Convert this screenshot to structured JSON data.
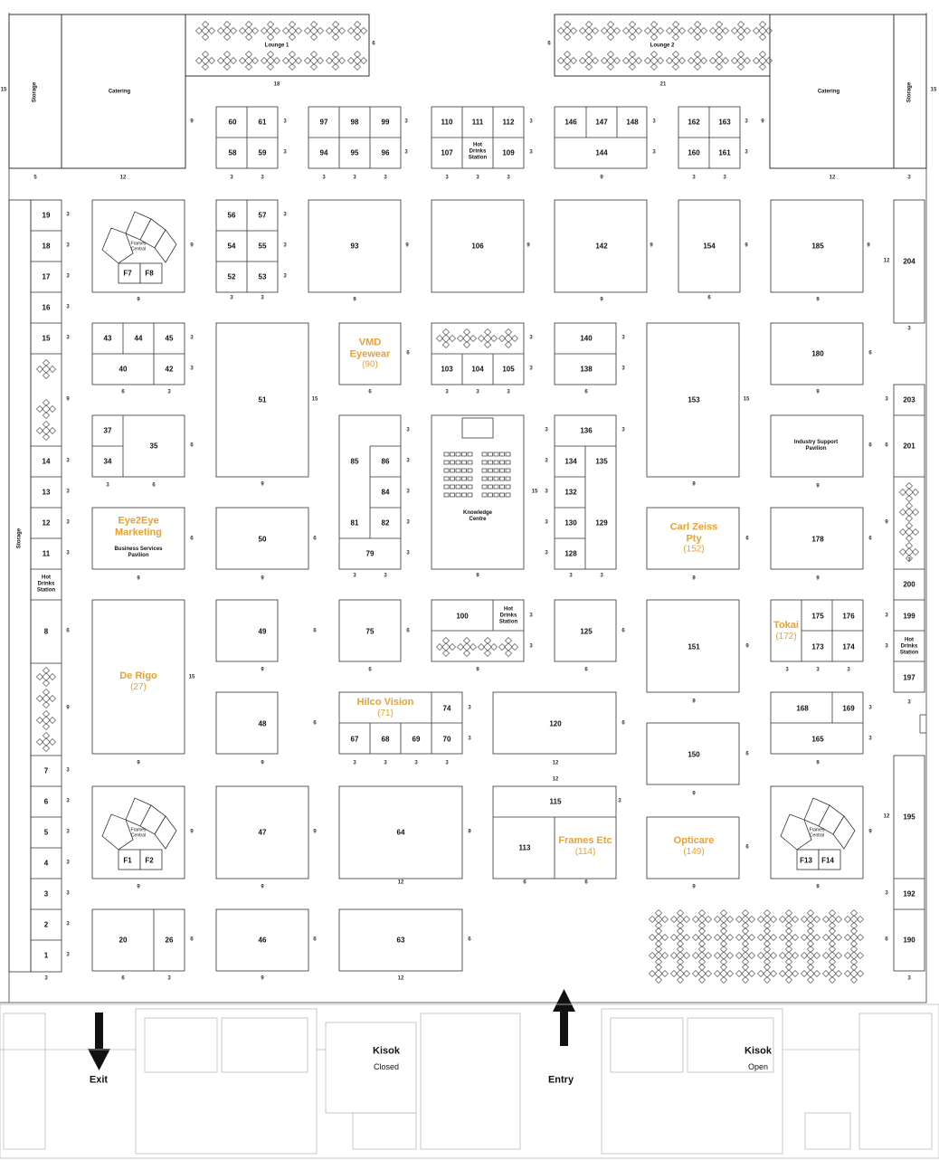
{
  "colors": {
    "accent": "#e8a234",
    "line": "#333333",
    "faint": "#bbbbbb"
  },
  "lounges": {
    "lounge1": "Lounge 1",
    "lounge2": "Lounge 2"
  },
  "service": {
    "catering": "Catering",
    "storage": "Storage",
    "hot_drinks": [
      "Hot",
      "Drinks",
      "Station"
    ]
  },
  "knowledge_centre": [
    "Knowledge",
    "Centre"
  ],
  "pavilions": {
    "frames_central": [
      "Frames",
      "Central"
    ],
    "business_services": [
      "Business Services",
      "Pavilion"
    ],
    "industry_support": [
      "Industry Support",
      "Pavilion"
    ]
  },
  "featured": {
    "vmd": {
      "name": [
        "VMD",
        "Eyewear"
      ],
      "stand": "(90)"
    },
    "eye2eye": {
      "name": [
        "Eye2Eye",
        "Marketing"
      ]
    },
    "carl_zeiss": {
      "name": [
        "Carl Zeiss",
        "Pty"
      ],
      "stand": "(152)"
    },
    "tokai": {
      "name": "Tokai",
      "stand": "(172)"
    },
    "de_rigo": {
      "name": "De Rigo",
      "stand": "(27)"
    },
    "hilco": {
      "name": "Hilco Vision",
      "stand": "(71)"
    },
    "frames_etc": {
      "name": "Frames Etc",
      "stand": "(114)"
    },
    "opticare": {
      "name": "Opticare",
      "stand": "(149)"
    }
  },
  "bottom": {
    "exit": "Exit",
    "entry": "Entry",
    "kiosk": "Kisok",
    "closed": "Closed",
    "open": "Open"
  },
  "stands": [
    [
      "60",
      257,
      135
    ],
    [
      "61",
      290,
      135
    ],
    [
      "58",
      257,
      169
    ],
    [
      "59",
      290,
      169
    ],
    [
      "97",
      358,
      135
    ],
    [
      "98",
      392,
      135
    ],
    [
      "99",
      426,
      135
    ],
    [
      "94",
      358,
      169
    ],
    [
      "95",
      392,
      169
    ],
    [
      "96",
      426,
      169
    ],
    [
      "110",
      494,
      135
    ],
    [
      "111",
      528,
      135
    ],
    [
      "112",
      562,
      135
    ],
    [
      "107",
      494,
      169
    ],
    [
      "109",
      562,
      169
    ],
    [
      "146",
      631,
      135
    ],
    [
      "147",
      665,
      135
    ],
    [
      "148",
      699,
      135
    ],
    [
      "144",
      665,
      169
    ],
    [
      "162",
      767,
      135
    ],
    [
      "163",
      801,
      135
    ],
    [
      "160",
      767,
      169
    ],
    [
      "161",
      801,
      169
    ],
    [
      "19",
      51,
      238
    ],
    [
      "18",
      51,
      272
    ],
    [
      "17",
      51,
      306
    ],
    [
      "16",
      51,
      340
    ],
    [
      "15",
      51,
      374
    ],
    [
      "14",
      51,
      510
    ],
    [
      "13",
      51,
      544
    ],
    [
      "12",
      51,
      578
    ],
    [
      "11",
      51,
      612
    ],
    [
      "8",
      51,
      698
    ],
    [
      "7",
      51,
      852
    ],
    [
      "6",
      51,
      886
    ],
    [
      "5",
      51,
      920
    ],
    [
      "4",
      51,
      954
    ],
    [
      "3",
      51,
      988
    ],
    [
      "2",
      51,
      1022
    ],
    [
      "1",
      51,
      1056
    ],
    [
      "56",
      256,
      238
    ],
    [
      "57",
      290,
      238
    ],
    [
      "54",
      256,
      272
    ],
    [
      "55",
      290,
      272
    ],
    [
      "52",
      256,
      306
    ],
    [
      "53",
      290,
      306
    ],
    [
      "93",
      392,
      272
    ],
    [
      "106",
      528,
      272
    ],
    [
      "142",
      665,
      272
    ],
    [
      "154",
      784,
      272
    ],
    [
      "185",
      904,
      272
    ],
    [
      "204",
      1005,
      289
    ],
    [
      "43",
      119,
      374
    ],
    [
      "44",
      153,
      374
    ],
    [
      "45",
      187,
      374
    ],
    [
      "40",
      136,
      408
    ],
    [
      "42",
      187,
      408
    ],
    [
      "103",
      494,
      408
    ],
    [
      "104",
      528,
      408
    ],
    [
      "105",
      562,
      408
    ],
    [
      "140",
      648,
      374
    ],
    [
      "138",
      648,
      408
    ],
    [
      "180",
      904,
      391
    ],
    [
      "51",
      290,
      442
    ],
    [
      "153",
      767,
      442
    ],
    [
      "203",
      1005,
      442
    ],
    [
      "37",
      119,
      476
    ],
    [
      "34",
      119,
      510
    ],
    [
      "35",
      170,
      493
    ],
    [
      "85",
      392,
      510
    ],
    [
      "86",
      426,
      510
    ],
    [
      "84",
      426,
      544
    ],
    [
      "81",
      392,
      578
    ],
    [
      "82",
      426,
      578
    ],
    [
      "79",
      409,
      612
    ],
    [
      "136",
      648,
      476
    ],
    [
      "134",
      631,
      510
    ],
    [
      "135",
      665,
      510
    ],
    [
      "132",
      631,
      544
    ],
    [
      "130",
      631,
      578
    ],
    [
      "129",
      665,
      578
    ],
    [
      "128",
      631,
      612
    ],
    [
      "201",
      1005,
      493
    ],
    [
      "50",
      290,
      596
    ],
    [
      "178",
      904,
      596
    ],
    [
      "200",
      1005,
      646
    ],
    [
      "49",
      290,
      698
    ],
    [
      "75",
      409,
      698
    ],
    [
      "100",
      511,
      681
    ],
    [
      "125",
      648,
      698
    ],
    [
      "151",
      767,
      715
    ],
    [
      "175",
      904,
      681
    ],
    [
      "176",
      938,
      681
    ],
    [
      "173",
      904,
      715
    ],
    [
      "174",
      938,
      715
    ],
    [
      "199",
      1005,
      681
    ],
    [
      "197",
      1005,
      749
    ],
    [
      "48",
      290,
      800
    ],
    [
      "74",
      494,
      783
    ],
    [
      "67",
      392,
      817
    ],
    [
      "68",
      426,
      817
    ],
    [
      "69",
      460,
      817
    ],
    [
      "70",
      494,
      817
    ],
    [
      "120",
      614,
      800
    ],
    [
      "168",
      887,
      783
    ],
    [
      "169",
      938,
      783
    ],
    [
      "165",
      904,
      817
    ],
    [
      "150",
      767,
      834
    ],
    [
      "47",
      290,
      920
    ],
    [
      "64",
      443,
      920
    ],
    [
      "115",
      614,
      886
    ],
    [
      "113",
      580,
      937
    ],
    [
      "195",
      1005,
      903
    ],
    [
      "F7",
      141,
      302
    ],
    [
      "F8",
      165,
      302
    ],
    [
      "F1",
      141,
      951
    ],
    [
      "F2",
      165,
      951
    ],
    [
      "F13",
      891,
      951
    ],
    [
      "F14",
      915,
      951
    ],
    [
      "20",
      136,
      1039
    ],
    [
      "26",
      187,
      1039
    ],
    [
      "46",
      290,
      1039
    ],
    [
      "63",
      443,
      1039
    ],
    [
      "192",
      1005,
      988
    ],
    [
      "190",
      1005,
      1039
    ]
  ],
  "dims": [
    [
      "9",
      212,
      135
    ],
    [
      "3",
      315,
      135
    ],
    [
      "3",
      315,
      169
    ],
    [
      "3",
      449,
      135
    ],
    [
      "3",
      449,
      169
    ],
    [
      "3",
      587,
      135
    ],
    [
      "3",
      587,
      169
    ],
    [
      "3",
      723,
      135
    ],
    [
      "3",
      723,
      169
    ],
    [
      "3",
      825,
      135
    ],
    [
      "3",
      825,
      169
    ],
    [
      "9",
      843,
      135
    ],
    [
      "5",
      39,
      197
    ],
    [
      "12",
      136,
      197
    ],
    [
      "3",
      256,
      197
    ],
    [
      "3",
      290,
      197
    ],
    [
      "3",
      358,
      197
    ],
    [
      "3",
      392,
      197
    ],
    [
      "3",
      426,
      197
    ],
    [
      "3",
      494,
      197
    ],
    [
      "3",
      528,
      197
    ],
    [
      "3",
      562,
      197
    ],
    [
      "9",
      665,
      197
    ],
    [
      "3",
      767,
      197
    ],
    [
      "3",
      801,
      197
    ],
    [
      "12",
      920,
      197
    ],
    [
      "3",
      1005,
      197
    ],
    [
      "15",
      4,
      100
    ],
    [
      "18",
      306,
      94
    ],
    [
      "21",
      733,
      94
    ],
    [
      "6",
      413,
      49
    ],
    [
      "6",
      607,
      49
    ],
    [
      "15",
      1032,
      100
    ],
    [
      "9",
      212,
      272
    ],
    [
      "3",
      315,
      238
    ],
    [
      "3",
      315,
      272
    ],
    [
      "3",
      315,
      306
    ],
    [
      "9",
      450,
      272
    ],
    [
      "9",
      584,
      272
    ],
    [
      "9",
      720,
      272
    ],
    [
      "9",
      825,
      272
    ],
    [
      "9",
      960,
      272
    ],
    [
      "12",
      980,
      289
    ],
    [
      "3",
      75,
      238
    ],
    [
      "3",
      75,
      272
    ],
    [
      "3",
      75,
      306
    ],
    [
      "3",
      75,
      340
    ],
    [
      "3",
      75,
      374
    ],
    [
      "9",
      153,
      332
    ],
    [
      "3",
      256,
      330
    ],
    [
      "3",
      290,
      330
    ],
    [
      "9",
      392,
      332
    ],
    [
      "9",
      665,
      332
    ],
    [
      "6",
      784,
      330
    ],
    [
      "9",
      904,
      332
    ],
    [
      "3",
      1005,
      364
    ],
    [
      "3",
      212,
      374
    ],
    [
      "3",
      212,
      408
    ],
    [
      "6",
      451,
      391
    ],
    [
      "3",
      587,
      374
    ],
    [
      "3",
      587,
      408
    ],
    [
      "3",
      689,
      374
    ],
    [
      "3",
      689,
      408
    ],
    [
      "6",
      962,
      391
    ],
    [
      "6",
      136,
      434
    ],
    [
      "3",
      187,
      434
    ],
    [
      "6",
      409,
      434
    ],
    [
      "3",
      494,
      434
    ],
    [
      "3",
      528,
      434
    ],
    [
      "3",
      562,
      434
    ],
    [
      "6",
      648,
      434
    ],
    [
      "9",
      904,
      434
    ],
    [
      "15",
      348,
      442
    ],
    [
      "15",
      825,
      442
    ],
    [
      "3",
      980,
      442
    ],
    [
      "9",
      75,
      442
    ],
    [
      "3",
      451,
      476
    ],
    [
      "3",
      451,
      510
    ],
    [
      "3",
      451,
      544
    ],
    [
      "3",
      451,
      578
    ],
    [
      "3",
      451,
      612
    ],
    [
      "6",
      212,
      493
    ],
    [
      "3",
      119,
      537
    ],
    [
      "6",
      170,
      537
    ],
    [
      "9",
      290,
      536
    ],
    [
      "15",
      591,
      544
    ],
    [
      "3",
      604,
      476
    ],
    [
      "3",
      604,
      510
    ],
    [
      "3",
      604,
      544
    ],
    [
      "3",
      604,
      578
    ],
    [
      "3",
      604,
      612
    ],
    [
      "3",
      689,
      476
    ],
    [
      "9",
      767,
      536
    ],
    [
      "6",
      962,
      493
    ],
    [
      "9",
      904,
      538
    ],
    [
      "6",
      980,
      493
    ],
    [
      "3",
      75,
      510
    ],
    [
      "3",
      75,
      544
    ],
    [
      "3",
      75,
      578
    ],
    [
      "3",
      75,
      612
    ],
    [
      "6",
      212,
      596
    ],
    [
      "6",
      348,
      596
    ],
    [
      "6",
      826,
      596
    ],
    [
      "6",
      962,
      596
    ],
    [
      "9",
      980,
      578
    ],
    [
      "9",
      153,
      640
    ],
    [
      "9",
      290,
      640
    ],
    [
      "3",
      392,
      637
    ],
    [
      "3",
      426,
      637
    ],
    [
      "9",
      528,
      637
    ],
    [
      "3",
      631,
      637
    ],
    [
      "3",
      665,
      637
    ],
    [
      "9",
      767,
      640
    ],
    [
      "9",
      904,
      640
    ],
    [
      "3",
      1005,
      620
    ],
    [
      "6",
      75,
      698
    ],
    [
      "6",
      348,
      698
    ],
    [
      "6",
      451,
      698
    ],
    [
      "3",
      587,
      681
    ],
    [
      "3",
      587,
      715
    ],
    [
      "6",
      689,
      698
    ],
    [
      "9",
      826,
      715
    ],
    [
      "3",
      980,
      681
    ],
    [
      "3",
      980,
      715
    ],
    [
      "6",
      409,
      741
    ],
    [
      "9",
      528,
      741
    ],
    [
      "6",
      648,
      741
    ],
    [
      "3",
      870,
      741
    ],
    [
      "3",
      904,
      741
    ],
    [
      "3",
      938,
      741
    ],
    [
      "9",
      290,
      741
    ],
    [
      "9",
      767,
      776
    ],
    [
      "3",
      1005,
      777
    ],
    [
      "15",
      212,
      749
    ],
    [
      "9",
      75,
      783
    ],
    [
      "6",
      348,
      800
    ],
    [
      "3",
      519,
      783
    ],
    [
      "3",
      519,
      817
    ],
    [
      "6",
      689,
      800
    ],
    [
      "3",
      962,
      783
    ],
    [
      "3",
      962,
      817
    ],
    [
      "6",
      826,
      834
    ],
    [
      "9",
      153,
      844
    ],
    [
      "9",
      290,
      844
    ],
    [
      "3",
      392,
      844
    ],
    [
      "3",
      426,
      844
    ],
    [
      "3",
      460,
      844
    ],
    [
      "3",
      494,
      844
    ],
    [
      "12",
      614,
      844
    ],
    [
      "9",
      904,
      844
    ],
    [
      "12",
      614,
      862
    ],
    [
      "9",
      767,
      878
    ],
    [
      "3",
      75,
      852
    ],
    [
      "3",
      75,
      886
    ],
    [
      "3",
      75,
      920
    ],
    [
      "3",
      75,
      954
    ],
    [
      "3",
      75,
      988
    ],
    [
      "3",
      75,
      1022
    ],
    [
      "3",
      75,
      1056
    ],
    [
      "9",
      212,
      920
    ],
    [
      "9",
      348,
      920
    ],
    [
      "9",
      519,
      920
    ],
    [
      "3",
      685,
      886
    ],
    [
      "6",
      826,
      937
    ],
    [
      "9",
      962,
      920
    ],
    [
      "12",
      980,
      903
    ],
    [
      "9",
      153,
      981
    ],
    [
      "9",
      290,
      981
    ],
    [
      "12",
      443,
      976
    ],
    [
      "6",
      580,
      976
    ],
    [
      "6",
      648,
      976
    ],
    [
      "9",
      767,
      981
    ],
    [
      "9",
      904,
      981
    ],
    [
      "3",
      980,
      988
    ],
    [
      "6",
      212,
      1039
    ],
    [
      "6",
      348,
      1039
    ],
    [
      "6",
      519,
      1039
    ],
    [
      "6",
      980,
      1039
    ],
    [
      "3",
      51,
      1082
    ],
    [
      "6",
      136,
      1082
    ],
    [
      "3",
      187,
      1082
    ],
    [
      "9",
      290,
      1082
    ],
    [
      "12",
      443,
      1082
    ],
    [
      "3",
      1005,
      1082
    ]
  ]
}
